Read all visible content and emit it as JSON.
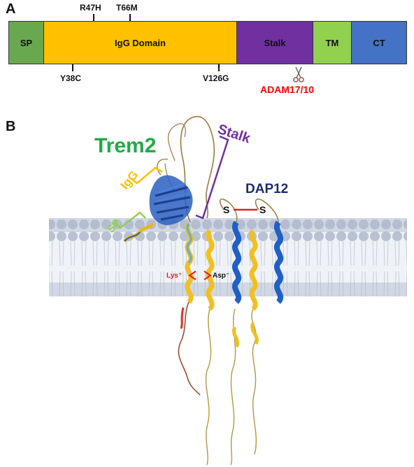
{
  "panel_a": {
    "letter": "A",
    "domains": [
      {
        "label": "SP",
        "color": "#6aa84f"
      },
      {
        "label": "IgG Domain",
        "color": "#ffc000"
      },
      {
        "label": "Stalk",
        "color": "#7030a0"
      },
      {
        "label": "TM",
        "color": "#92d050"
      },
      {
        "label": "CT",
        "color": "#4472c4"
      }
    ],
    "mutations_top": [
      "R47H",
      "T66M"
    ],
    "mutations_bottom": [
      "Y38C",
      "V126G"
    ],
    "cleavage": {
      "label": "ADAM17/10",
      "color": "#ff0000",
      "icon": "scissors-icon"
    }
  },
  "panel_b": {
    "letter": "B",
    "trem2_label": "Trem2",
    "stalk_label": "Stalk",
    "igg_label": "IgG",
    "sp_label": "SP",
    "dap12_label": "DAP12",
    "disulfide": [
      "S",
      "S"
    ],
    "lys_label": "Lys⁺",
    "asp_label": "Asp⁻",
    "colors": {
      "trem2": "#22aa44",
      "stalk": "#7030a0",
      "igg": "#ffc000",
      "sp": "#92d050",
      "dap12": "#1f2d6b",
      "membrane": "#b8c2d2",
      "helix_blue": "#2158b8",
      "helix_yellow": "#f0c020",
      "charge_red": "#e02020"
    }
  }
}
